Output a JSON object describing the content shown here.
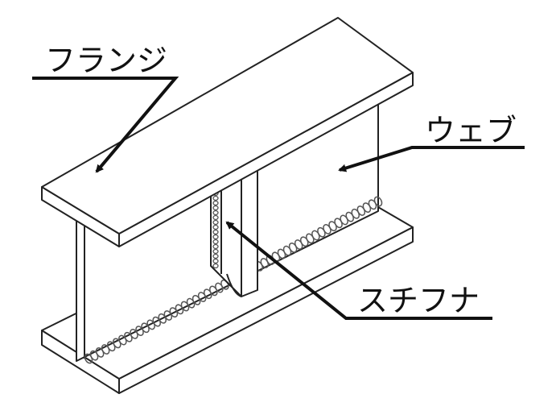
{
  "labels": {
    "flange": "フランジ",
    "web": "ウェブ",
    "stiffener": "スチフナ"
  },
  "colors": {
    "stroke": "#222222",
    "fill": "#ffffff",
    "weld": "#555555"
  }
}
